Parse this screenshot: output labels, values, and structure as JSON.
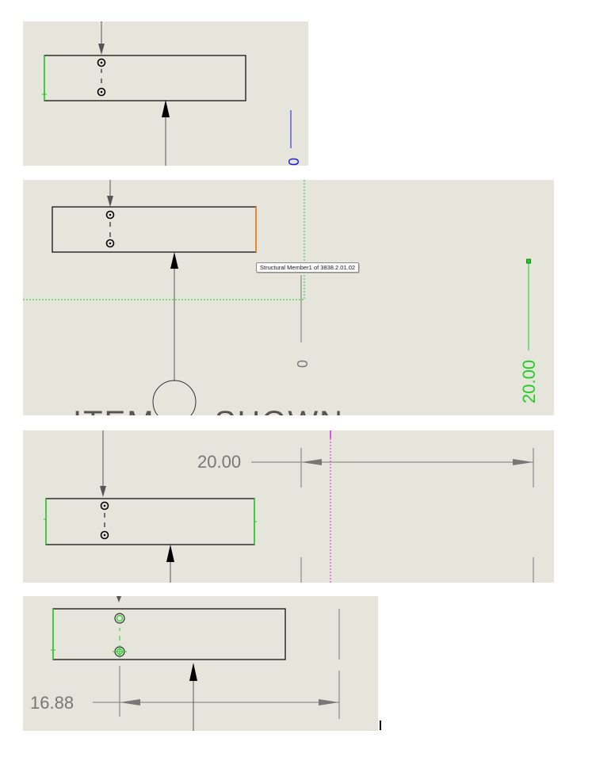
{
  "panel1": {
    "dimension_value": "0",
    "dimension_color": "#1a1ad6"
  },
  "panel2": {
    "tooltip": "Structural Member1 of 3838.2.01.02",
    "dimension_value": "0",
    "preview_dimension": "20.00",
    "preview_color": "#22cc22",
    "partial_note": "ITEM SHOWN"
  },
  "panel3": {
    "dimension_value": "20.00",
    "marker_color": "#e020e0"
  },
  "panel4": {
    "dimension_value": "16.88"
  },
  "colors": {
    "background": "#e6e5dc",
    "line": "#000000",
    "selected_edge": "#22cc22",
    "highlight_edge": "#f08020"
  }
}
